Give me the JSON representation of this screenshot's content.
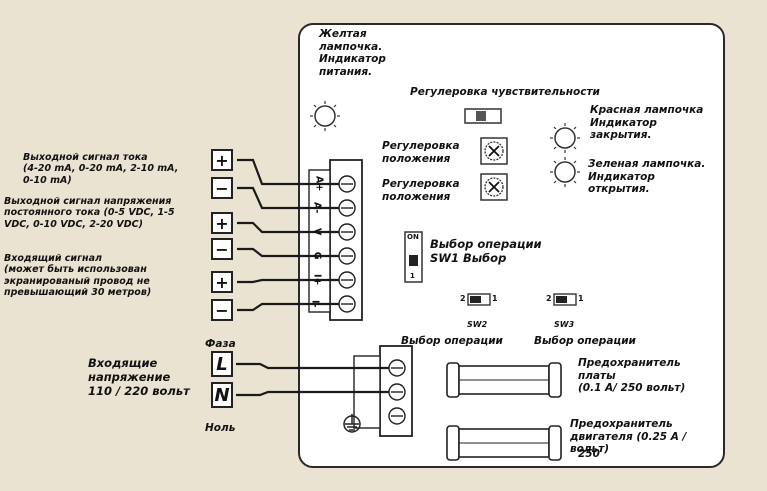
{
  "left_labels": {
    "current_out": "Выходной сигнал тока\n(4-20 mA, 0-20 mA, 2-10 mA,\n0-10 mA)",
    "voltage_out": "Выходной сигнал напряжения\nпостоянного тока (0-5 VDC, 1-5\nVDC, 0-10 VDC, 2-20 VDC)",
    "input_signal": "Входящий сигнал\n(может быть использован\nэкранированый провод не\nпревышающий 30 метров)",
    "phase": "Фаза",
    "supply": "Входящие\nнапряжение\n110 / 220 вольт",
    "neutral": "Ноль"
  },
  "terminals": {
    "signal": [
      "+",
      "−",
      "+",
      "−",
      "+",
      "−"
    ],
    "power": [
      "L",
      "N"
    ]
  },
  "board_labels": {
    "yellow_lamp": "Желтая\nлампочка.\nИндикатор\nпитания.",
    "sensitivity": "Регулеровка чувствительности",
    "red_lamp": "Красная лампочка\nИндикатор\nзакрытия.",
    "green_lamp": "Зеленая лампочка.\nИндикатор\nоткрытия.",
    "position_adj_1": "Регулеровка\nположения",
    "position_adj_2": "Регулеровка\nположения",
    "op_select_sw1": "Выбор операции\nSW1 Выбор",
    "sw1_on": "ON",
    "sw1_num": "1",
    "sw2_left": "2",
    "sw2_right": "1",
    "sw3_left": "2",
    "sw3_right": "1",
    "sw2_name": "SW2",
    "sw3_name": "SW3",
    "op_select_2": "Выбор операции",
    "op_select_3": "Выбор операции",
    "fuse_board": "Предохранитель\nплаты\n(0.1 A/ 250 вольт)",
    "fuse_motor": "Предохранитель\nдвигателя (0.25 A /\nвольт)",
    "fuse_motor_num": "250"
  },
  "block_pin_labels": [
    "A+",
    "A-",
    "V",
    "G",
    "I+",
    "I-"
  ],
  "colors": {
    "background": "#ebe3d2",
    "board": "#ffffff",
    "line": "#222222"
  }
}
